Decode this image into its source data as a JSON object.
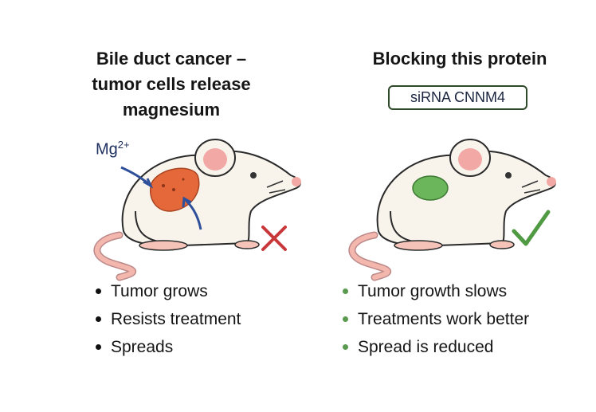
{
  "left": {
    "title_lines": [
      "Bile duct cancer –",
      "tumor cells release",
      "magnesium"
    ],
    "ion_label": "Mg",
    "ion_charge": "2+",
    "bullets": [
      "Tumor grows",
      "Resists treatment",
      "Spreads"
    ],
    "result_icon": "cross-icon",
    "tumor_color": "#e5683a",
    "mark_color": "#c8383a"
  },
  "right": {
    "title": "Blocking this protein",
    "treatment_label": "siRNA CNNM4",
    "bullets": [
      "Tumor growth slows",
      "Treatments work better",
      "Spread is reduced"
    ],
    "result_icon": "check-icon",
    "tumor_color": "#6bb55a",
    "mark_color": "#4f9a42"
  }
}
